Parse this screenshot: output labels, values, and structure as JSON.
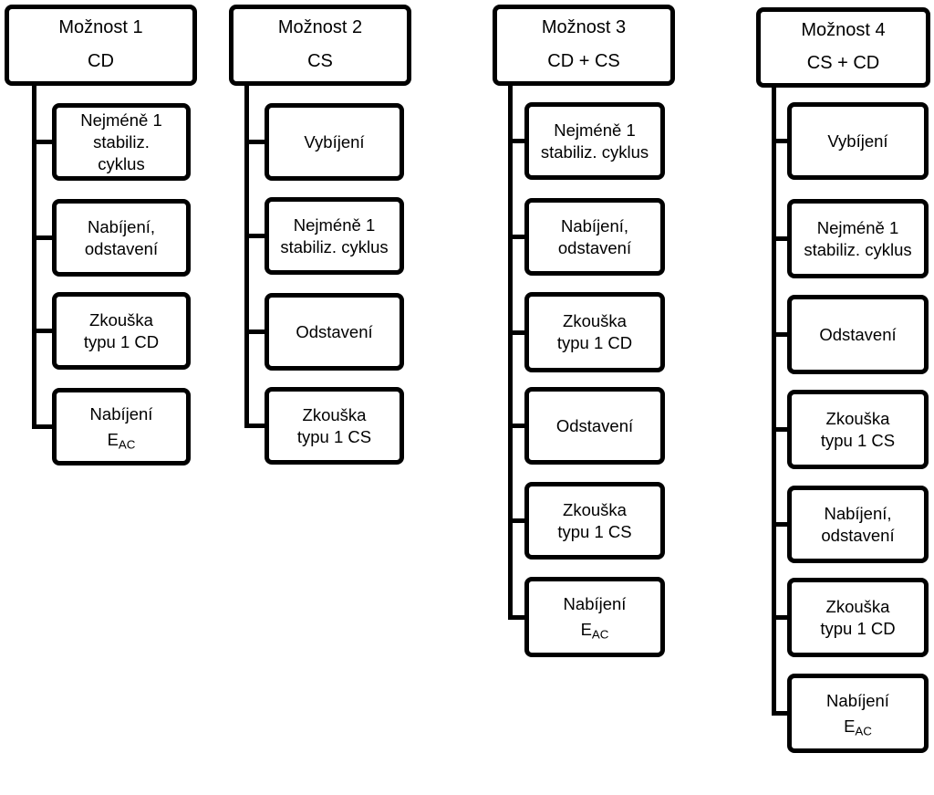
{
  "options": [
    {
      "title": "Možnost 1",
      "subtitle": "CD",
      "steps": [
        {
          "lines": [
            "Nejméně 1",
            "stabiliz.",
            "cyklus"
          ]
        },
        {
          "lines": [
            "Nabíjení,",
            "odstavení"
          ]
        },
        {
          "lines": [
            "Zkouška",
            "typu 1 CD"
          ]
        },
        {
          "lines": [
            "Nabíjení"
          ],
          "eac": true
        }
      ]
    },
    {
      "title": "Možnost 2",
      "subtitle": "CS",
      "steps": [
        {
          "lines": [
            "Vybíjení"
          ]
        },
        {
          "lines": [
            "Nejméně 1",
            "stabiliz. cyklus"
          ]
        },
        {
          "lines": [
            "Odstavení"
          ]
        },
        {
          "lines": [
            "Zkouška",
            "typu 1 CS"
          ]
        }
      ]
    },
    {
      "title": "Možnost 3",
      "subtitle": "CD + CS",
      "steps": [
        {
          "lines": [
            "Nejméně 1",
            "stabiliz. cyklus"
          ]
        },
        {
          "lines": [
            "Nabíjení,",
            "odstavení"
          ]
        },
        {
          "lines": [
            "Zkouška",
            "typu 1 CD"
          ]
        },
        {
          "lines": [
            "Odstavení"
          ]
        },
        {
          "lines": [
            "Zkouška",
            "typu 1 CS"
          ]
        },
        {
          "lines": [
            "Nabíjení"
          ],
          "eac": true
        }
      ]
    },
    {
      "title": "Možnost 4",
      "subtitle": "CS + CD",
      "steps": [
        {
          "lines": [
            "Vybíjení"
          ]
        },
        {
          "lines": [
            "Nejméně 1",
            "stabiliz. cyklus"
          ]
        },
        {
          "lines": [
            "Odstavení"
          ]
        },
        {
          "lines": [
            "Zkouška",
            "typu 1 CS"
          ]
        },
        {
          "lines": [
            "Nabíjení,",
            "odstavení"
          ]
        },
        {
          "lines": [
            "Zkouška",
            "typu 1 CD"
          ]
        },
        {
          "lines": [
            "Nabíjení"
          ],
          "eac": true
        }
      ]
    }
  ],
  "eac_symbol": {
    "base": "E",
    "sub": "AC"
  },
  "colors": {
    "stroke": "#000000",
    "fill": "#ffffff"
  }
}
